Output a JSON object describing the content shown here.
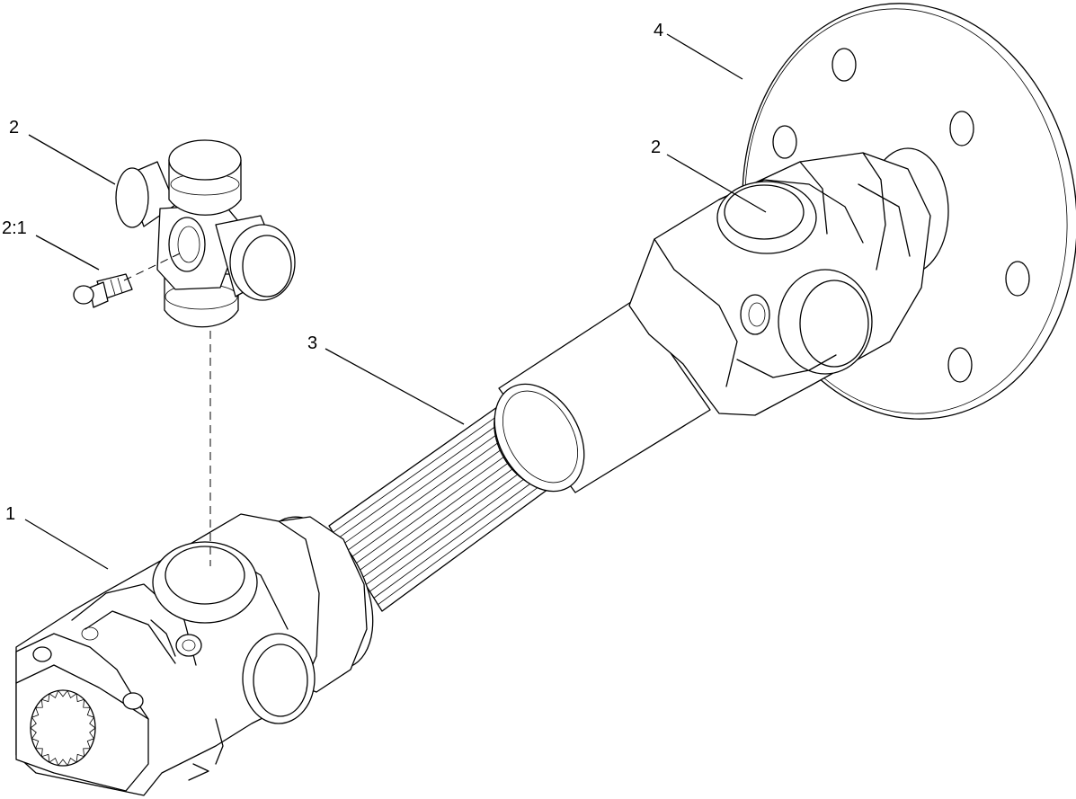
{
  "callouts": [
    {
      "id": "c2a",
      "text": "2"
    },
    {
      "id": "c21",
      "text": "2:1"
    },
    {
      "id": "c1",
      "text": "1"
    },
    {
      "id": "c3",
      "text": "3"
    },
    {
      "id": "c4",
      "text": "4"
    },
    {
      "id": "c2b",
      "text": "2"
    }
  ]
}
